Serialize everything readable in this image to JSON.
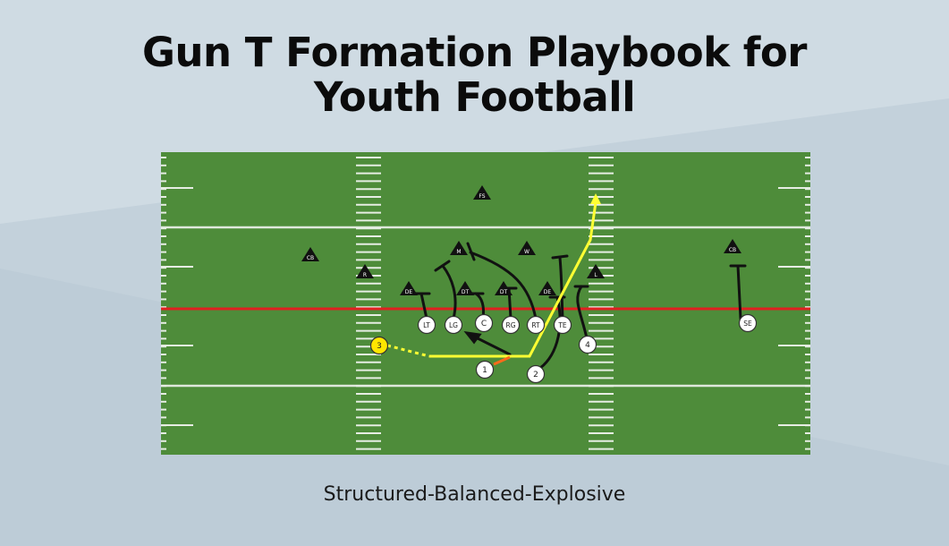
{
  "title": {
    "line1": "Gun T Formation Playbook for",
    "line2": "Youth Football"
  },
  "subtitle": "Structured-Balanced-Explosive",
  "colors": {
    "background": "#cfdbe3",
    "field": "#4e8c3a",
    "line_of_scrimmage": "#e02020",
    "ball_carrier_path": "#ffff33",
    "block": "#111111"
  },
  "offense": [
    {
      "id": "lt",
      "label": "LT"
    },
    {
      "id": "lg",
      "label": "LG"
    },
    {
      "id": "c",
      "label": "C"
    },
    {
      "id": "rg",
      "label": "RG"
    },
    {
      "id": "rt",
      "label": "RT"
    },
    {
      "id": "te",
      "label": "TE"
    },
    {
      "id": "se",
      "label": "SE"
    },
    {
      "id": "qb",
      "label": "1"
    },
    {
      "id": "back2",
      "label": "2"
    },
    {
      "id": "back3",
      "label": "3"
    },
    {
      "id": "back4",
      "label": "4"
    }
  ],
  "defense": [
    {
      "id": "fs",
      "label": "FS"
    },
    {
      "id": "cb-left",
      "label": "CB"
    },
    {
      "id": "r",
      "label": "R"
    },
    {
      "id": "de-left",
      "label": "DE"
    },
    {
      "id": "dt-left",
      "label": "DT"
    },
    {
      "id": "dt-right",
      "label": "DT"
    },
    {
      "id": "de-right",
      "label": "DE"
    },
    {
      "id": "mlb",
      "label": "M"
    },
    {
      "id": "wlb",
      "label": "W"
    },
    {
      "id": "l",
      "label": "L"
    },
    {
      "id": "cb-right",
      "label": "CB"
    }
  ]
}
